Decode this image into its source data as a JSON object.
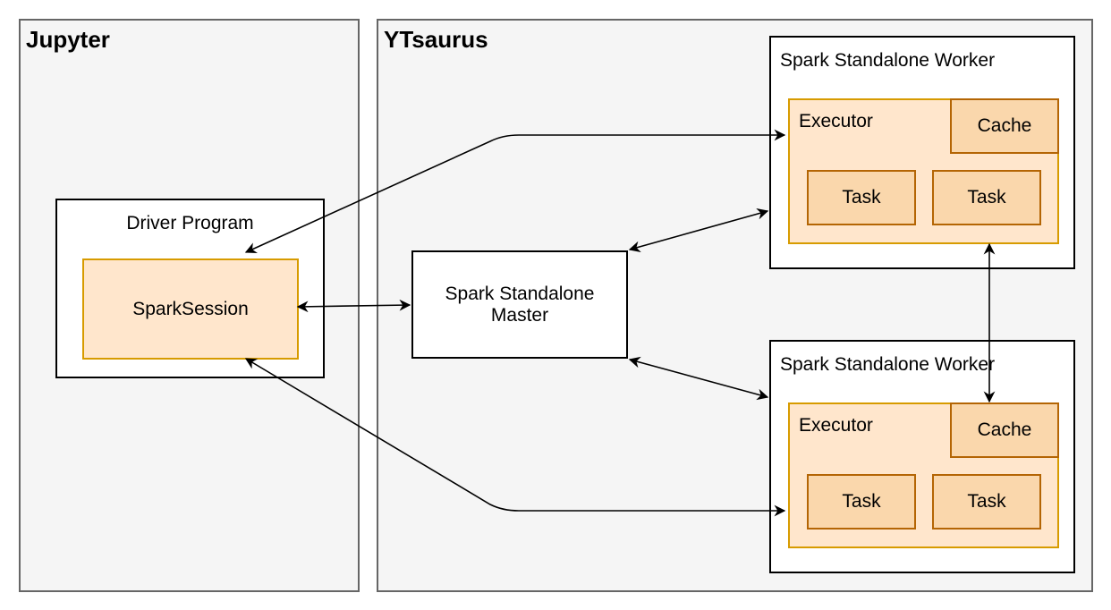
{
  "regions": {
    "jupyter": "Jupyter",
    "ytsaurus": "YTsaurus"
  },
  "driver": {
    "title": "Driver Program",
    "session": "SparkSession"
  },
  "master": {
    "line1": "Spark Standalone",
    "line2": "Master"
  },
  "workers": [
    {
      "title": "Spark Standalone Worker",
      "executor": "Executor",
      "cache": "Cache",
      "tasks": [
        "Task",
        "Task"
      ]
    },
    {
      "title": "Spark Standalone Worker",
      "executor": "Executor",
      "cache": "Cache",
      "tasks": [
        "Task",
        "Task"
      ]
    }
  ],
  "colors": {
    "region_fill": "#f5f5f5",
    "region_border": "#666666",
    "orange_fill": "#ffe6cc",
    "orange_border": "#d79b00",
    "dark_orange_fill": "#fad7ac",
    "dark_orange_border": "#b46504"
  }
}
